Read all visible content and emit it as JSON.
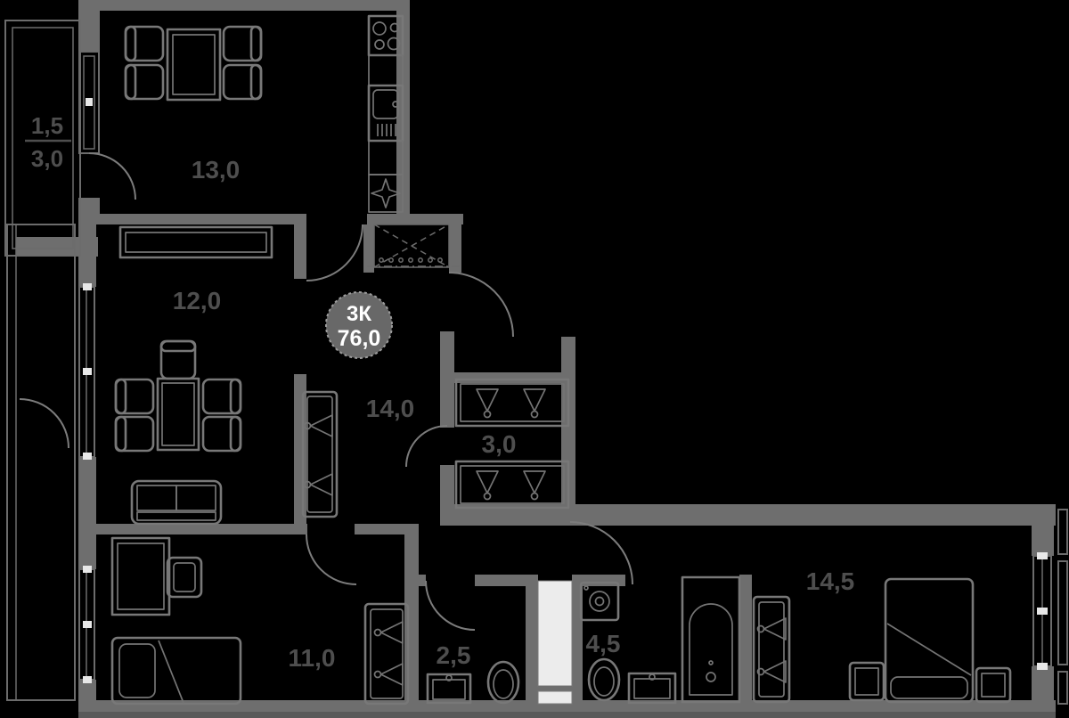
{
  "badge": {
    "type": "3К",
    "area": "76,0"
  },
  "balcony": {
    "reduced": "1,5",
    "full": "3,0"
  },
  "rooms": {
    "kitchen": {
      "area": "13,0"
    },
    "living": {
      "area": "12,0"
    },
    "hall": {
      "area": "14,0"
    },
    "closet": {
      "area": "3,0"
    },
    "bedroom1": {
      "area": "11,0"
    },
    "wc": {
      "area": "2,5"
    },
    "bathroom": {
      "area": "4,5"
    },
    "bedroom2": {
      "area": "14,5"
    }
  },
  "colors": {
    "background": "#000000",
    "wall": "#6e6e6e",
    "wall_dark": "#595959",
    "furniture_line": "#787878",
    "label_text": "#4e4e4e",
    "badge_fill": "#686868",
    "badge_text": "#ffffff",
    "shaft_white": "#ececec"
  }
}
